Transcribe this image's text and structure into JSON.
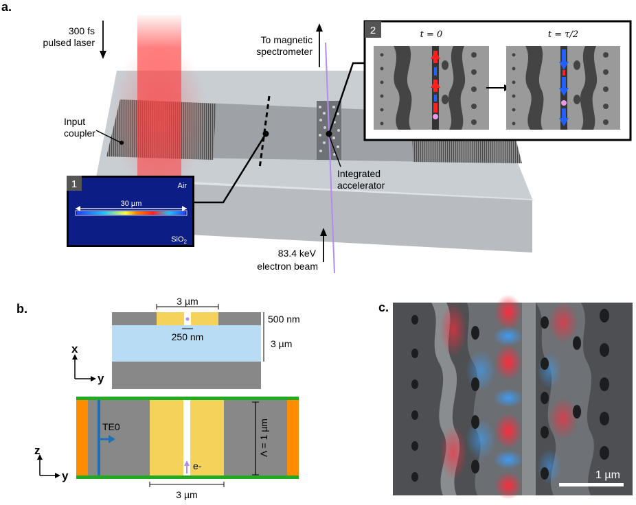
{
  "panel_a": {
    "letter": "a.",
    "laser_label_1": "300 fs",
    "laser_label_2": "pulsed laser",
    "spectrometer_1": "To magnetic",
    "spectrometer_2": "spectrometer",
    "input_coupler_1": "Input",
    "input_coupler_2": "coupler",
    "accelerator_1": "Integrated",
    "accelerator_2": "accelerator",
    "electron_1": "83.4 keV",
    "electron_2": "electron beam",
    "inset1": {
      "number": "1",
      "air": "Air",
      "width": "30 µm",
      "substrate": "SiO",
      "substrate_sub": "2"
    },
    "inset2": {
      "number": "2",
      "t0": "t = 0",
      "t_half": "t = τ/2"
    }
  },
  "panel_b": {
    "letter": "b.",
    "top_width": "3 µm",
    "thickness": "500 nm",
    "gap": "250 nm",
    "oxide": "3 µm",
    "axis_x": "x",
    "axis_y_top": "y",
    "mode": "TE0",
    "period": "Λ = 1 µm",
    "electron": "e-",
    "bottom_width": "3 µm",
    "axis_z": "z",
    "axis_y_bottom": "y"
  },
  "panel_c": {
    "letter": "c.",
    "scale": "1 µm"
  },
  "colors": {
    "laser_red": "#ff3b3b",
    "electron_violet": "#b48cf0",
    "gold": "#f5d25a",
    "oxide_blue": "#b9dcf5",
    "green": "#22aa22",
    "orange": "#ff8c00",
    "te0_blue": "#1f6fb5"
  }
}
